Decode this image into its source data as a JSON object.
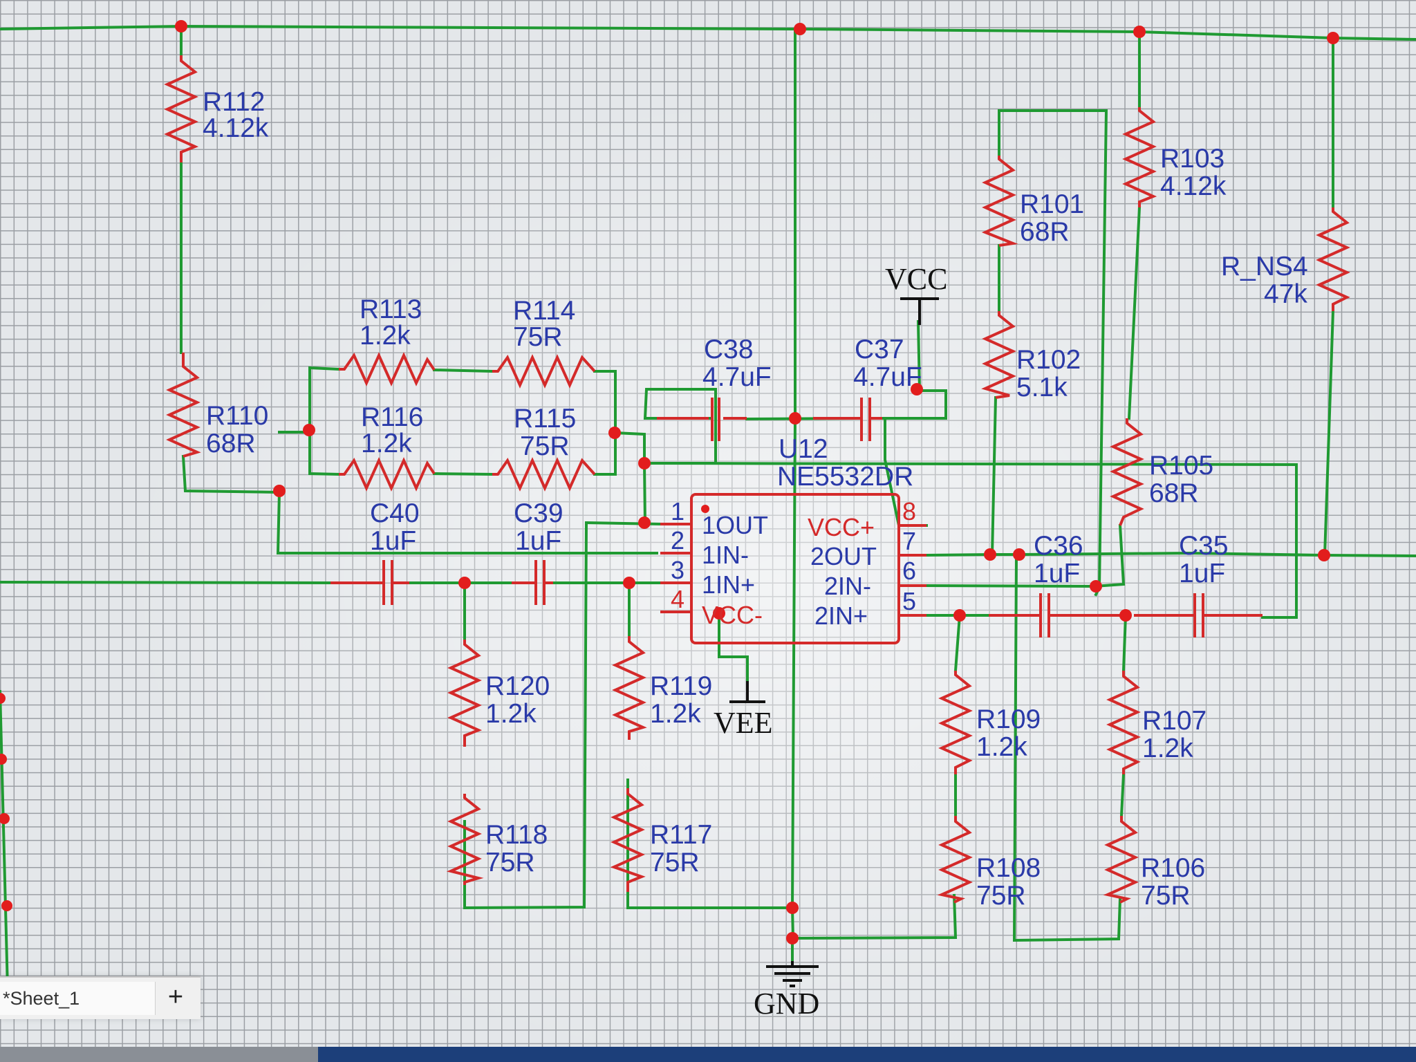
{
  "sheet_tab": {
    "label": "*Sheet_1",
    "add_label": "+"
  },
  "ic": {
    "designator": "U12",
    "part": "NE5532DR",
    "pins_left": [
      {
        "num": "1",
        "name": "1OUT"
      },
      {
        "num": "2",
        "name": "1IN-"
      },
      {
        "num": "3",
        "name": "1IN+"
      },
      {
        "num": "4",
        "name": "VCC-"
      }
    ],
    "pins_right": [
      {
        "num": "8",
        "name": "VCC+"
      },
      {
        "num": "7",
        "name": "2OUT"
      },
      {
        "num": "6",
        "name": "2IN-"
      },
      {
        "num": "5",
        "name": "2IN+"
      }
    ]
  },
  "power": {
    "vcc": "VCC",
    "vee": "VEE",
    "gnd": "GND"
  },
  "resistors": [
    {
      "ref": "R112",
      "value": "4.12k"
    },
    {
      "ref": "R103",
      "value": "4.12k"
    },
    {
      "ref": "R101",
      "value": "68R"
    },
    {
      "ref": "R_NS4",
      "value": "47k"
    },
    {
      "ref": "R113",
      "value": "1.2k"
    },
    {
      "ref": "R114",
      "value": "75R"
    },
    {
      "ref": "R102",
      "value": "5.1k"
    },
    {
      "ref": "R110",
      "value": "68R"
    },
    {
      "ref": "R116",
      "value": "1.2k"
    },
    {
      "ref": "R115",
      "value": "75R"
    },
    {
      "ref": "R105",
      "value": "68R"
    },
    {
      "ref": "R120",
      "value": "1.2k"
    },
    {
      "ref": "R119",
      "value": "1.2k"
    },
    {
      "ref": "R109",
      "value": "1.2k"
    },
    {
      "ref": "R107",
      "value": "1.2k"
    },
    {
      "ref": "R118",
      "value": "75R"
    },
    {
      "ref": "R117",
      "value": "75R"
    },
    {
      "ref": "R108",
      "value": "75R"
    },
    {
      "ref": "R106",
      "value": "75R"
    }
  ],
  "capacitors": [
    {
      "ref": "C38",
      "value": "4.7uF"
    },
    {
      "ref": "C37",
      "value": "4.7uF"
    },
    {
      "ref": "C40",
      "value": "1uF"
    },
    {
      "ref": "C39",
      "value": "1uF"
    },
    {
      "ref": "C36",
      "value": "1uF"
    },
    {
      "ref": "C35",
      "value": "1uF"
    }
  ]
}
